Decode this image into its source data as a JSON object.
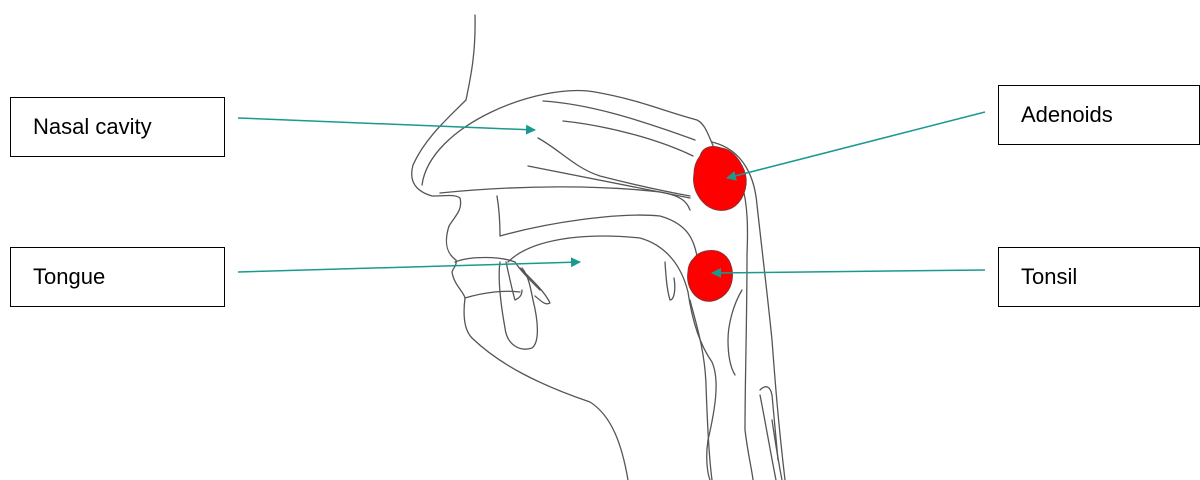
{
  "labels": {
    "nasal_cavity": "Nasal cavity",
    "tongue": "Tongue",
    "adenoids": "Adenoids",
    "tonsil": "Tonsil"
  },
  "colors": {
    "outline": "#555555",
    "arrow": "#1a9a8f",
    "tissue": "#ff0000",
    "tissue_edge": "#8a3030"
  }
}
